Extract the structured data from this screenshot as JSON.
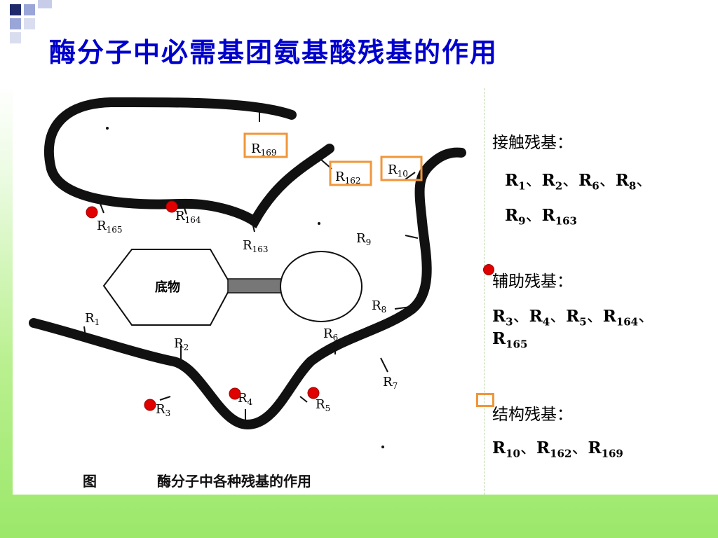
{
  "title": "酶分子中必需基团氨基酸残基的作用",
  "figure": {
    "substrate_label": "底物",
    "caption_prefix": "图",
    "caption_text": "酶分子中各种残基的作用",
    "residues": [
      {
        "id": "r169",
        "base": "R",
        "sub": "169",
        "marker": "box"
      },
      {
        "id": "r162",
        "base": "R",
        "sub": "162",
        "marker": "box"
      },
      {
        "id": "r10",
        "base": "R",
        "sub": "10",
        "marker": "box"
      },
      {
        "id": "r165",
        "base": "R",
        "sub": "165",
        "marker": "dot"
      },
      {
        "id": "r164",
        "base": "R",
        "sub": "164",
        "marker": "dot"
      },
      {
        "id": "r163",
        "base": "R",
        "sub": "163",
        "marker": "none"
      },
      {
        "id": "r9",
        "base": "R",
        "sub": "9",
        "marker": "none"
      },
      {
        "id": "r8",
        "base": "R",
        "sub": "8",
        "marker": "none"
      },
      {
        "id": "r1",
        "base": "R",
        "sub": "1",
        "marker": "none"
      },
      {
        "id": "r2",
        "base": "R",
        "sub": "2",
        "marker": "none"
      },
      {
        "id": "r6",
        "base": "R",
        "sub": "6",
        "marker": "none"
      },
      {
        "id": "r7",
        "base": "R",
        "sub": "7",
        "marker": "none"
      },
      {
        "id": "r3",
        "base": "R",
        "sub": "3",
        "marker": "dot"
      },
      {
        "id": "r4",
        "base": "R",
        "sub": "4",
        "marker": "dot"
      },
      {
        "id": "r5",
        "base": "R",
        "sub": "5",
        "marker": "dot"
      }
    ]
  },
  "legend": {
    "contact": {
      "heading": "接触残基：",
      "line1": [
        {
          "b": "R",
          "s": "1"
        },
        {
          "sep": "、"
        },
        {
          "b": "R",
          "s": "2"
        },
        {
          "sep": "、"
        },
        {
          "b": "R",
          "s": "6"
        },
        {
          "sep": "、"
        },
        {
          "b": "R",
          "s": "8"
        },
        {
          "sep": "、"
        }
      ],
      "line2": [
        {
          "b": "R",
          "s": "9"
        },
        {
          "sep": "、"
        },
        {
          "b": "R",
          "s": "163"
        }
      ]
    },
    "auxiliary": {
      "heading": "辅助残基：",
      "line1": [
        {
          "b": "R",
          "s": "3"
        },
        {
          "sep": "、"
        },
        {
          "b": "R",
          "s": "4"
        },
        {
          "sep": "、"
        },
        {
          "b": "R",
          "s": "5"
        },
        {
          "sep": "、"
        },
        {
          "b": "R",
          "s": "164"
        },
        {
          "sep": "、"
        }
      ],
      "line2": [
        {
          "b": "R",
          "s": "165"
        }
      ]
    },
    "structural": {
      "heading": "结构残基：",
      "line1": [
        {
          "b": "R",
          "s": "10"
        },
        {
          "sep": "、"
        },
        {
          "b": "R",
          "s": "162"
        },
        {
          "sep": "、"
        },
        {
          "b": "R",
          "s": "169"
        }
      ]
    }
  },
  "colors": {
    "title": "#0000cc",
    "dot_marker": "#e00000",
    "box_marker": "#f0963a",
    "deco_navy": "#1f2a6b",
    "deco_light": "#9aa6d8"
  }
}
